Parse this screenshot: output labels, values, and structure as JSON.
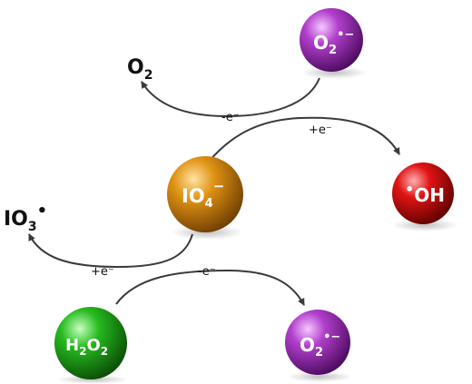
{
  "species": {
    "o2_rad_top": {
      "base": "O",
      "sub": "2",
      "sup": "•−",
      "color": "#9b2fb5"
    },
    "periodate": {
      "base": "IO",
      "sub": "4",
      "sup": "−",
      "color": "#d98a0c"
    },
    "oh_rad": {
      "pre": "•",
      "base": "OH",
      "color": "#dc1414"
    },
    "h2o2": {
      "base1": "H",
      "sub1": "2",
      "base2": "O",
      "sub2": "2",
      "color": "#1fb51f"
    },
    "o2_rad_bottom": {
      "base": "O",
      "sub": "2",
      "sup": "•−",
      "color": "#9b2fb5"
    }
  },
  "products": {
    "oxygen": {
      "base": "O",
      "sub": "2"
    },
    "iodate_rad": {
      "base": "IO",
      "sub": "3",
      "sup": "•"
    }
  },
  "labels": {
    "top_minus_e": "-e⁻",
    "top_plus_e": "+e⁻",
    "bottom_plus_e": "+e⁻",
    "bottom_minus_e": "-e⁻"
  }
}
